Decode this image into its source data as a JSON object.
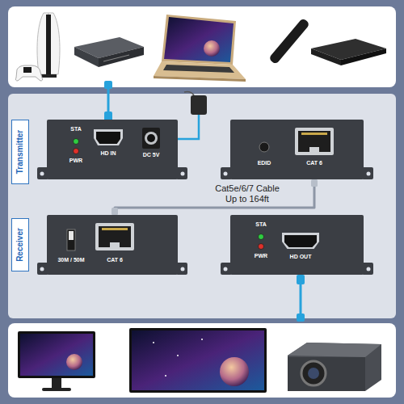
{
  "diagram": {
    "nodes": [
      {
        "text": [
          "Transmitter"
        ]
      },
      {
        "text": [
          "STA",
          "PWR",
          "HD IN",
          "DC 5V"
        ]
      },
      {
        "text": [
          "EDID",
          "CAT 6"
        ]
      },
      {
        "text": [
          "Receiver"
        ]
      },
      {
        "text": [
          "30M / 50M",
          "CAT 6"
        ]
      },
      {
        "text": [
          "STA",
          "PWR",
          "HD OUT"
        ]
      }
    ],
    "edges": [
      {
        "from": 2,
        "to": 4,
        "label": "Cat5e/6/7 Cable Up to 164ft",
        "arrow": "none"
      }
    ]
  }
}
